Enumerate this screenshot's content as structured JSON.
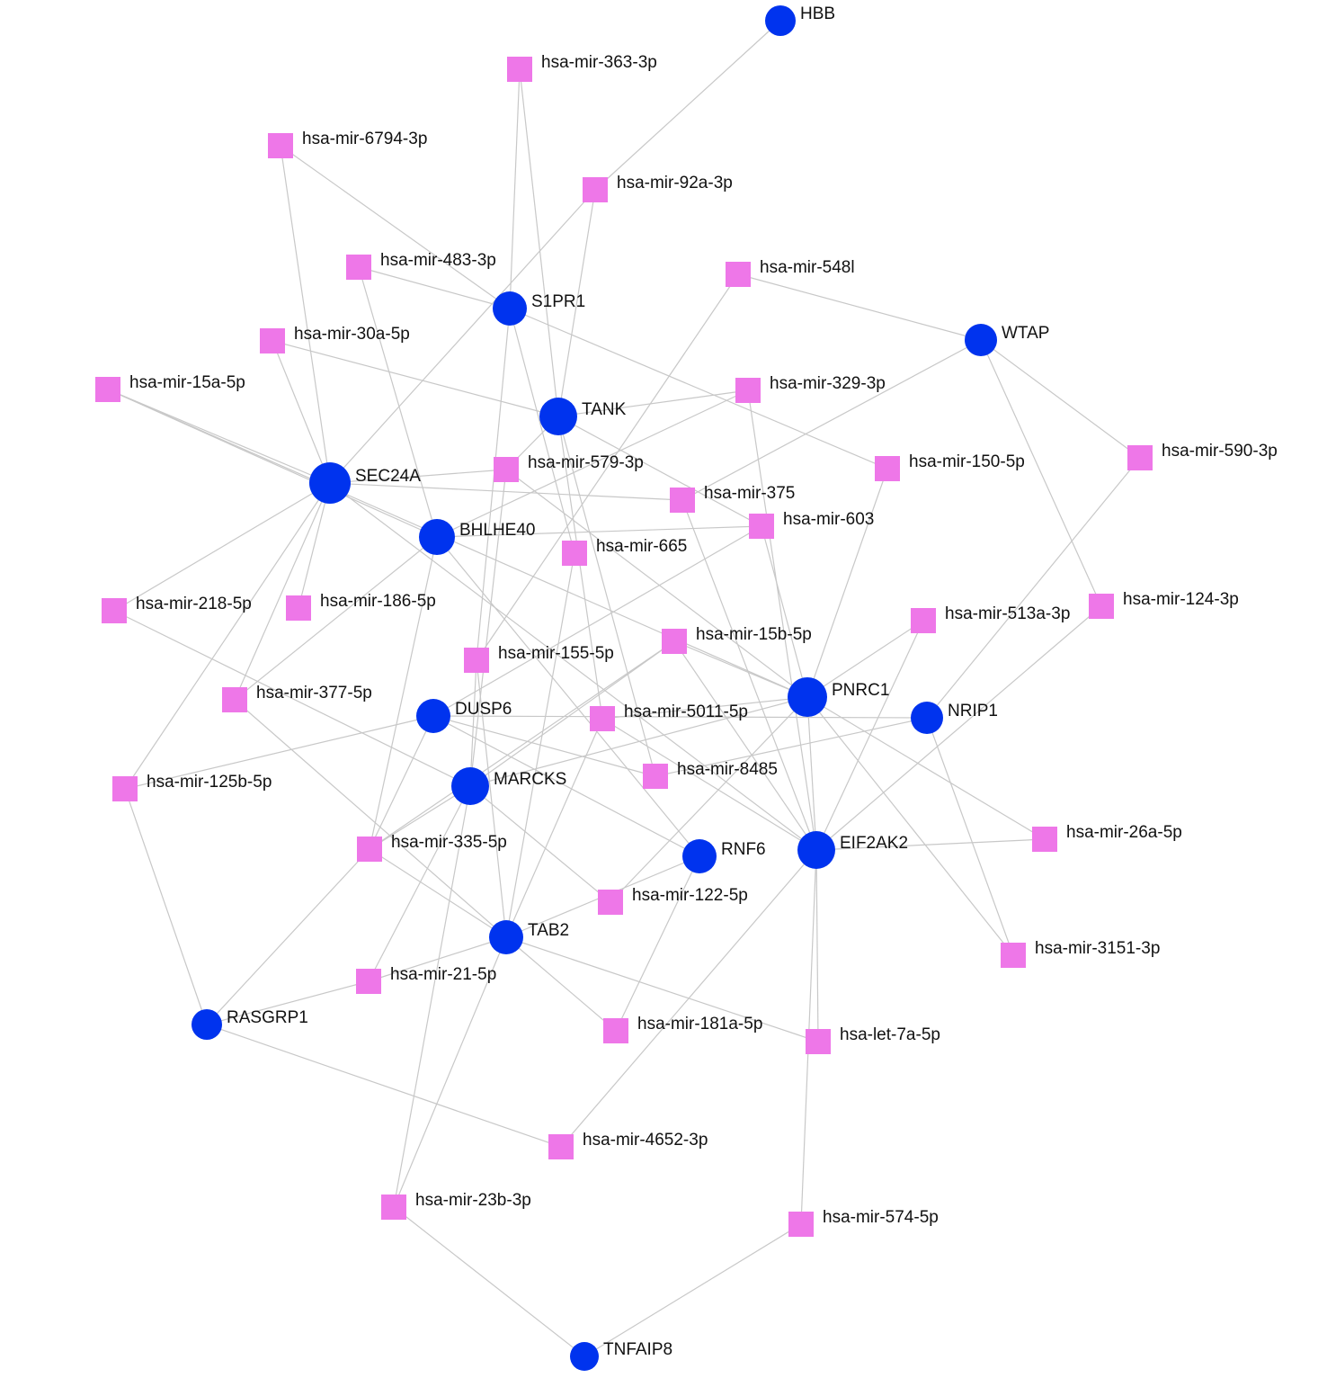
{
  "colors": {
    "gene": "#0033ee",
    "mirna": "#ee77e8",
    "edge": "#c8c8c8",
    "label": "#111111"
  },
  "node_shapes": {
    "gene": "circle",
    "mirna": "square"
  },
  "genes": [
    "HBB",
    "S1PR1",
    "WTAP",
    "TANK",
    "SEC24A",
    "BHLHE40",
    "PNRC1",
    "NRIP1",
    "DUSP6",
    "MARCKS",
    "RNF6",
    "EIF2AK2",
    "TAB2",
    "RASGRP1",
    "TNFAIP8"
  ],
  "mirnas": [
    "hsa-mir-363-3p",
    "hsa-mir-6794-3p",
    "hsa-mir-92a-3p",
    "hsa-mir-483-3p",
    "hsa-mir-548l",
    "hsa-mir-30a-5p",
    "hsa-mir-15a-5p",
    "hsa-mir-329-3p",
    "hsa-mir-579-3p",
    "hsa-mir-150-5p",
    "hsa-mir-590-3p",
    "hsa-mir-375",
    "hsa-mir-603",
    "hsa-mir-665",
    "hsa-mir-218-5p",
    "hsa-mir-186-5p",
    "hsa-mir-124-3p",
    "hsa-mir-513a-3p",
    "hsa-mir-15b-5p",
    "hsa-mir-155-5p",
    "hsa-mir-377-5p",
    "hsa-mir-5011-5p",
    "hsa-mir-8485",
    "hsa-mir-125b-5p",
    "hsa-mir-26a-5p",
    "hsa-mir-335-5p",
    "hsa-mir-122-5p",
    "hsa-mir-3151-3p",
    "hsa-mir-21-5p",
    "hsa-mir-181a-5p",
    "hsa-let-7a-5p",
    "hsa-mir-4652-3p",
    "hsa-mir-23b-3p",
    "hsa-mir-574-5p"
  ],
  "edges": [
    [
      "HBB",
      "hsa-mir-92a-3p"
    ],
    [
      "hsa-mir-363-3p",
      "S1PR1"
    ],
    [
      "hsa-mir-363-3p",
      "TANK"
    ],
    [
      "hsa-mir-6794-3p",
      "S1PR1"
    ],
    [
      "hsa-mir-6794-3p",
      "SEC24A"
    ],
    [
      "hsa-mir-92a-3p",
      "SEC24A"
    ],
    [
      "hsa-mir-92a-3p",
      "TANK"
    ],
    [
      "hsa-mir-483-3p",
      "S1PR1"
    ],
    [
      "hsa-mir-483-3p",
      "BHLHE40"
    ],
    [
      "hsa-mir-548l",
      "WTAP"
    ],
    [
      "hsa-mir-548l",
      "hsa-mir-155-5p"
    ],
    [
      "hsa-mir-30a-5p",
      "SEC24A"
    ],
    [
      "hsa-mir-30a-5p",
      "TANK"
    ],
    [
      "hsa-mir-15a-5p",
      "SEC24A"
    ],
    [
      "hsa-mir-15a-5p",
      "BHLHE40"
    ],
    [
      "hsa-mir-15a-5p",
      "PNRC1"
    ],
    [
      "S1PR1",
      "hsa-mir-150-5p"
    ],
    [
      "S1PR1",
      "hsa-mir-155-5p"
    ],
    [
      "S1PR1",
      "hsa-mir-665"
    ],
    [
      "TANK",
      "hsa-mir-329-3p"
    ],
    [
      "TANK",
      "hsa-mir-579-3p"
    ],
    [
      "TANK",
      "hsa-mir-603"
    ],
    [
      "TANK",
      "hsa-mir-5011-5p"
    ],
    [
      "TANK",
      "hsa-mir-8485"
    ],
    [
      "hsa-mir-329-3p",
      "BHLHE40"
    ],
    [
      "hsa-mir-329-3p",
      "EIF2AK2"
    ],
    [
      "WTAP",
      "hsa-mir-375"
    ],
    [
      "WTAP",
      "hsa-mir-590-3p"
    ],
    [
      "WTAP",
      "hsa-mir-124-3p"
    ],
    [
      "hsa-mir-590-3p",
      "NRIP1"
    ],
    [
      "hsa-mir-124-3p",
      "EIF2AK2"
    ],
    [
      "hsa-mir-150-5p",
      "PNRC1"
    ],
    [
      "SEC24A",
      "hsa-mir-579-3p"
    ],
    [
      "SEC24A",
      "hsa-mir-375"
    ],
    [
      "SEC24A",
      "hsa-mir-218-5p"
    ],
    [
      "SEC24A",
      "hsa-mir-186-5p"
    ],
    [
      "SEC24A",
      "hsa-mir-377-5p"
    ],
    [
      "SEC24A",
      "hsa-mir-125b-5p"
    ],
    [
      "SEC24A",
      "EIF2AK2"
    ],
    [
      "hsa-mir-579-3p",
      "MARCKS"
    ],
    [
      "hsa-mir-579-3p",
      "PNRC1"
    ],
    [
      "hsa-mir-375",
      "EIF2AK2"
    ],
    [
      "BHLHE40",
      "hsa-mir-603"
    ],
    [
      "BHLHE40",
      "hsa-mir-335-5p"
    ],
    [
      "BHLHE40",
      "hsa-mir-377-5p"
    ],
    [
      "BHLHE40",
      "RNF6"
    ],
    [
      "hsa-mir-603",
      "PNRC1"
    ],
    [
      "hsa-mir-603",
      "DUSP6"
    ],
    [
      "hsa-mir-665",
      "TAB2"
    ],
    [
      "hsa-mir-218-5p",
      "MARCKS"
    ],
    [
      "hsa-mir-513a-3p",
      "PNRC1"
    ],
    [
      "hsa-mir-513a-3p",
      "EIF2AK2"
    ],
    [
      "hsa-mir-15b-5p",
      "PNRC1"
    ],
    [
      "hsa-mir-15b-5p",
      "MARCKS"
    ],
    [
      "hsa-mir-15b-5p",
      "EIF2AK2"
    ],
    [
      "hsa-mir-15b-5p",
      "hsa-mir-335-5p"
    ],
    [
      "hsa-mir-155-5p",
      "MARCKS"
    ],
    [
      "hsa-mir-155-5p",
      "TAB2"
    ],
    [
      "hsa-mir-377-5p",
      "TAB2"
    ],
    [
      "hsa-mir-5011-5p",
      "PNRC1"
    ],
    [
      "hsa-mir-5011-5p",
      "EIF2AK2"
    ],
    [
      "hsa-mir-5011-5p",
      "TAB2"
    ],
    [
      "hsa-mir-8485",
      "DUSP6"
    ],
    [
      "hsa-mir-8485",
      "NRIP1"
    ],
    [
      "hsa-mir-125b-5p",
      "DUSP6"
    ],
    [
      "hsa-mir-125b-5p",
      "RASGRP1"
    ],
    [
      "PNRC1",
      "MARCKS"
    ],
    [
      "PNRC1",
      "EIF2AK2"
    ],
    [
      "PNRC1",
      "hsa-mir-26a-5p"
    ],
    [
      "PNRC1",
      "hsa-mir-3151-3p"
    ],
    [
      "PNRC1",
      "hsa-mir-122-5p"
    ],
    [
      "NRIP1",
      "hsa-mir-3151-3p"
    ],
    [
      "DUSP6",
      "NRIP1"
    ],
    [
      "DUSP6",
      "RNF6"
    ],
    [
      "DUSP6",
      "hsa-mir-335-5p"
    ],
    [
      "EIF2AK2",
      "hsa-mir-26a-5p"
    ],
    [
      "EIF2AK2",
      "hsa-let-7a-5p"
    ],
    [
      "EIF2AK2",
      "hsa-mir-574-5p"
    ],
    [
      "EIF2AK2",
      "hsa-mir-4652-3p"
    ],
    [
      "MARCKS",
      "hsa-mir-122-5p"
    ],
    [
      "MARCKS",
      "hsa-mir-21-5p"
    ],
    [
      "MARCKS",
      "hsa-mir-23b-3p"
    ],
    [
      "MARCKS",
      "hsa-mir-335-5p"
    ],
    [
      "RNF6",
      "TAB2"
    ],
    [
      "RNF6",
      "hsa-mir-181a-5p"
    ],
    [
      "TAB2",
      "hsa-mir-21-5p"
    ],
    [
      "TAB2",
      "hsa-mir-181a-5p"
    ],
    [
      "TAB2",
      "hsa-let-7a-5p"
    ],
    [
      "TAB2",
      "hsa-mir-23b-3p"
    ],
    [
      "TAB2",
      "hsa-mir-335-5p"
    ],
    [
      "hsa-mir-335-5p",
      "RASGRP1"
    ],
    [
      "hsa-mir-21-5p",
      "RASGRP1"
    ],
    [
      "RASGRP1",
      "hsa-mir-4652-3p"
    ],
    [
      "hsa-mir-23b-3p",
      "TNFAIP8"
    ],
    [
      "hsa-mir-574-5p",
      "TNFAIP8"
    ]
  ]
}
